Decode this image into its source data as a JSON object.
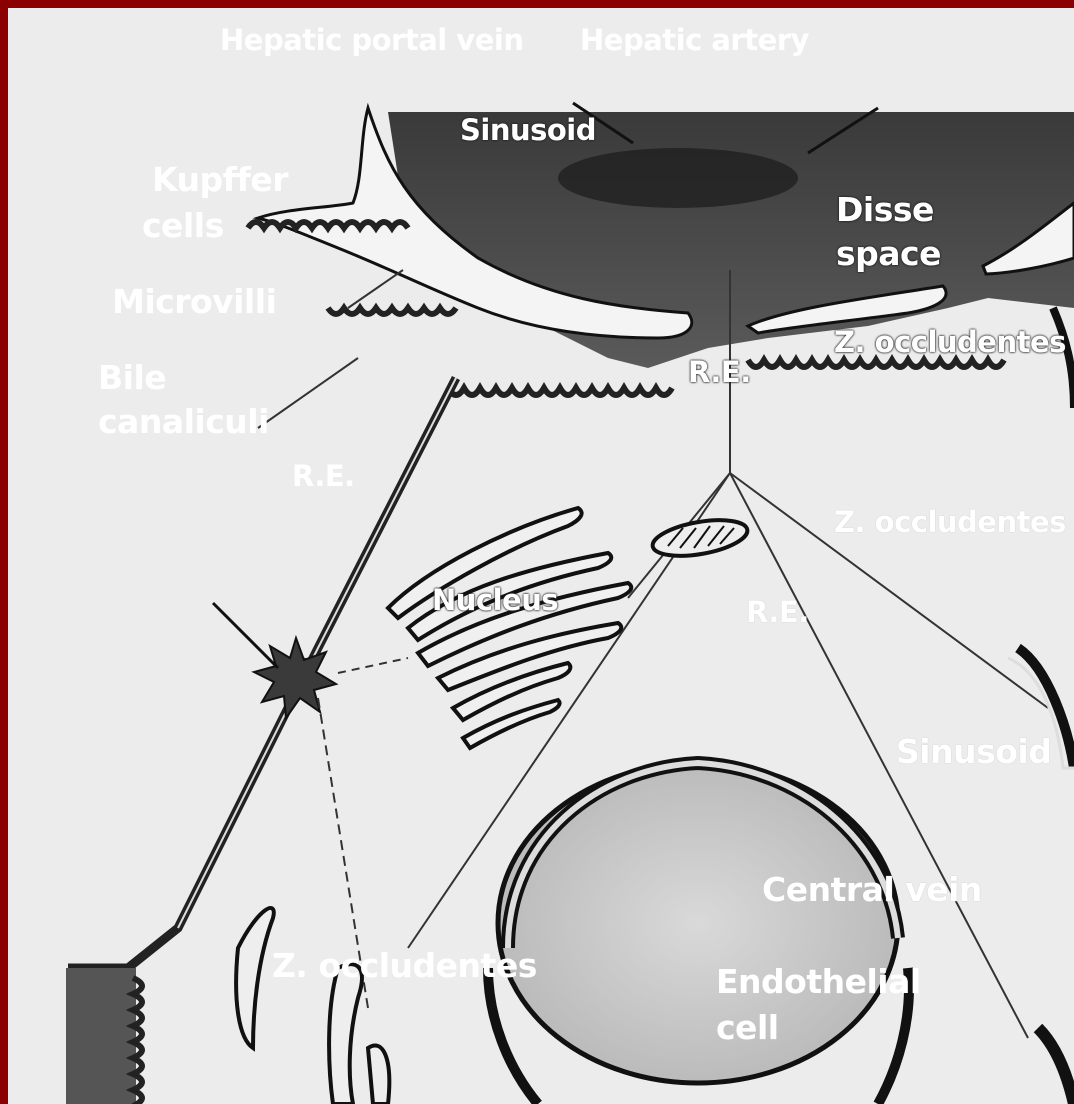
{
  "labels": {
    "hepatic_portal_vein": "Hepatic portal vein",
    "hepatic_artery": "Hepatic artery",
    "sinusoid_top": "Sinusoid",
    "kupffer_cells_1": "Kupffer",
    "kupffer_cells_2": "cells",
    "disse_space_1": "Disse",
    "disse_space_2": "space",
    "microvilli": "Microvilli",
    "z_occludentes_top": "Z. occludentes",
    "bile_canaliculi_1": "Bile",
    "bile_canaliculi_2": "canaliculi",
    "re_top": "R.E.",
    "re_left": "R.E.",
    "z_occludentes_mid": "Z. occludentes",
    "nucleus": "Nucleus",
    "re_mid": "R.E.",
    "sinusoid_right": "Sinusoid",
    "central_vein": "Central vein",
    "z_occludentes_bottom": "Z. occludentes",
    "endothelial_cell_1": "Endothelial",
    "endothelial_cell_2": "cell"
  },
  "colors": {
    "frame": "#8b0000",
    "background": "#ececec",
    "label": "#ffffff",
    "sinusoid": "#2e2e2e"
  }
}
